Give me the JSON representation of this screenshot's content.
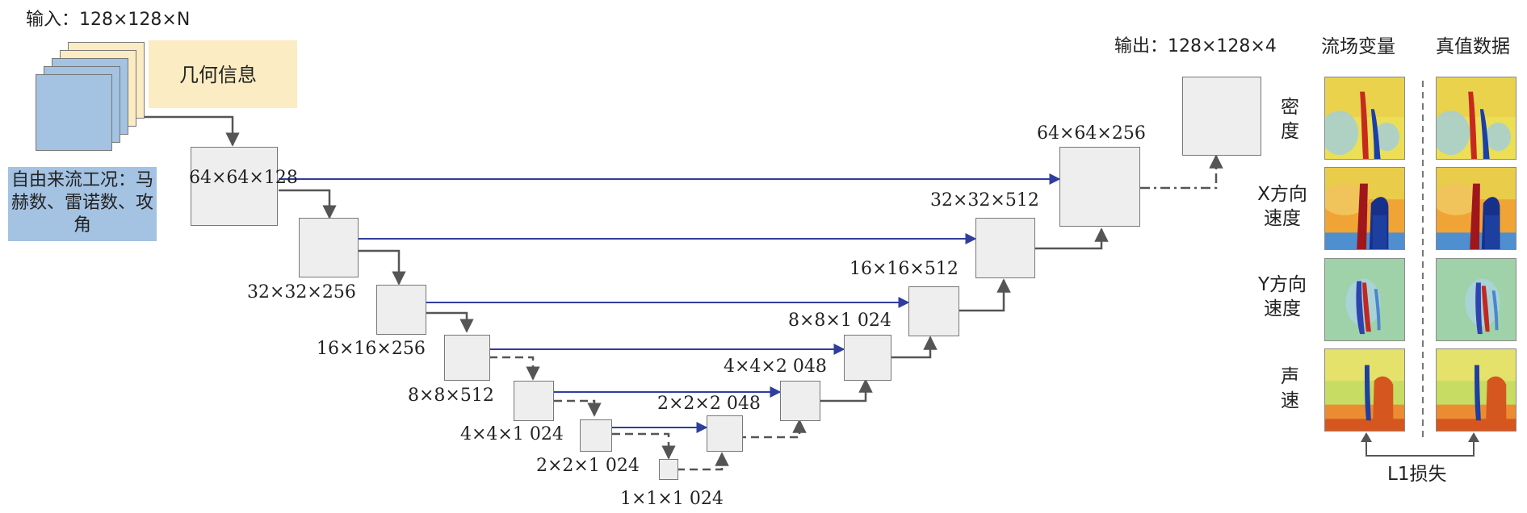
{
  "input_label": "输入：128×128×N",
  "geometry_label": "几何信息",
  "freestream_label": "自由来流工况：马赫数、雷诺数、攻角",
  "output_label": "输出：128×128×4",
  "column_headers": [
    "流场变量",
    "真值数据"
  ],
  "row_labels": [
    "密度",
    "X方向速度",
    "Y方向速度",
    "声速"
  ],
  "loss_label": "L1损失",
  "encoder_labels": [
    "64×64×128",
    "32×32×256",
    "16×16×256",
    "8×8×512",
    "4×4×1 024",
    "2×2×1 024",
    "1×1×1 024"
  ],
  "decoder_labels": [
    "2×2×2 048",
    "4×4×2 048",
    "8×8×1 024",
    "16×16×512",
    "32×32×512",
    "64×64×256"
  ],
  "colors": {
    "box_fill": "#eeeeee",
    "box_stroke": "#777777",
    "skip_arrow": "#2f3e9e",
    "down_arrow": "#555555",
    "input_channel": "#a4c2e2",
    "geometry_fill": "#fbecc3",
    "freestream_fill": "#a4c2e2"
  }
}
